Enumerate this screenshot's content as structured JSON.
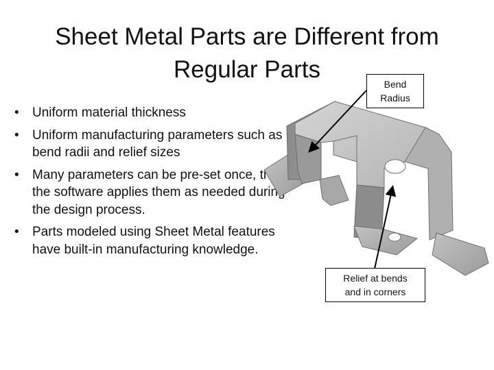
{
  "title": {
    "line1": "Sheet Metal Parts are Different from",
    "line2": "Regular Parts"
  },
  "bullets": [
    {
      "marker": "•",
      "text": "Uniform material thickness"
    },
    {
      "marker": "•",
      "text": "Uniform manufacturing parameters such as bend radii and relief sizes"
    },
    {
      "marker": "•",
      "text": "Many parameters can be pre-set once, then the software applies them as needed during the design process."
    },
    {
      "marker": "•",
      "text": "Parts modeled using Sheet Metal features have built-in manufacturing knowledge."
    }
  ],
  "callouts": {
    "bend": {
      "line1": "Bend",
      "line2": "Radius"
    },
    "relief": {
      "line1": "Relief at bends",
      "line2": "and in corners"
    }
  },
  "colors": {
    "background": "#ffffff",
    "text": "#111111",
    "metal_light": "#c9c9c9",
    "metal_mid": "#a4a4a4",
    "metal_dark": "#7a7a7a"
  }
}
